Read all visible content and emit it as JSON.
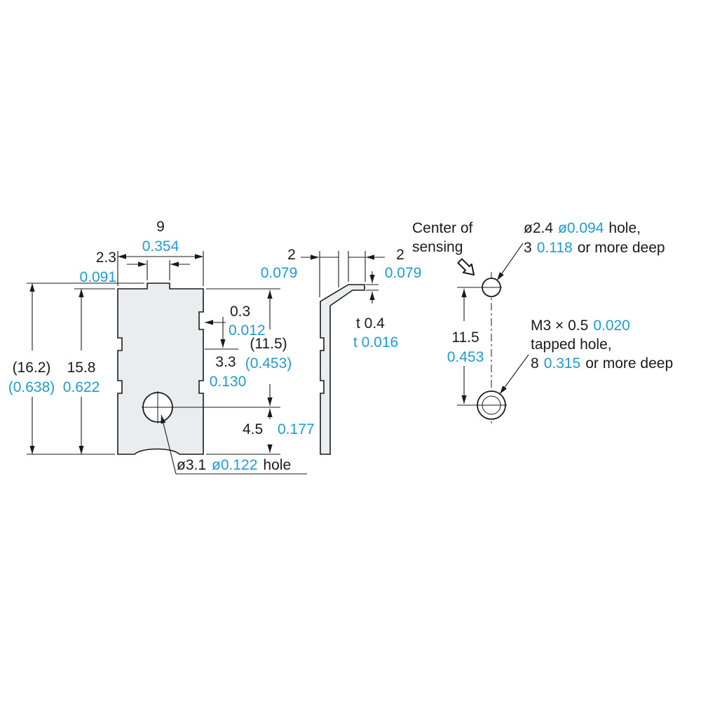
{
  "colors": {
    "ink": "#1a1a1a",
    "accent_inch": "#1f9ccd",
    "metal_fill": "#e9edef"
  },
  "front_view": {
    "width": {
      "mm": "9",
      "inch": "0.354"
    },
    "tab_width": {
      "mm": "2.3",
      "inch": "0.091"
    },
    "overall_height": {
      "mm": "(16.2)",
      "inch": "(0.638)"
    },
    "body_height": {
      "mm": "15.8",
      "inch": "0.622"
    },
    "notch_depth": {
      "mm": "0.3",
      "inch": "0.012"
    },
    "notch_length": {
      "mm": "3.3",
      "inch": "0.130"
    },
    "hole_from_top": {
      "mm": "(11.5)",
      "inch": "(0.453)"
    },
    "hole_from_bottom": {
      "mm": "4.5",
      "inch": "0.177"
    },
    "hole_note": {
      "mm": "ø3.1",
      "inch": "ø0.122",
      "suffix": "hole"
    }
  },
  "side_view": {
    "bend_offset": {
      "mm": "2",
      "inch": "0.079"
    },
    "tip_length": {
      "mm": "2",
      "inch": "0.079"
    },
    "thickness": {
      "mm": "t 0.4",
      "inch": "t 0.016"
    }
  },
  "hole_layout": {
    "center_of_sensing": {
      "line1": "Center of",
      "line2": "sensing"
    },
    "top_hole_note": {
      "mm": "ø2.4",
      "inch": "ø0.094",
      "suffix": "hole,",
      "depth_mm": "3",
      "depth_inch": "0.118",
      "depth_suffix": "or more deep"
    },
    "hole_pitch": {
      "mm": "11.5",
      "inch": "0.453"
    },
    "tapped_hole_note": {
      "thread": "M3 × 0.5",
      "pitch_inch": "0.020",
      "line2": "tapped hole,",
      "depth_mm": "8",
      "depth_inch": "0.315",
      "depth_suffix": "or more deep"
    }
  }
}
